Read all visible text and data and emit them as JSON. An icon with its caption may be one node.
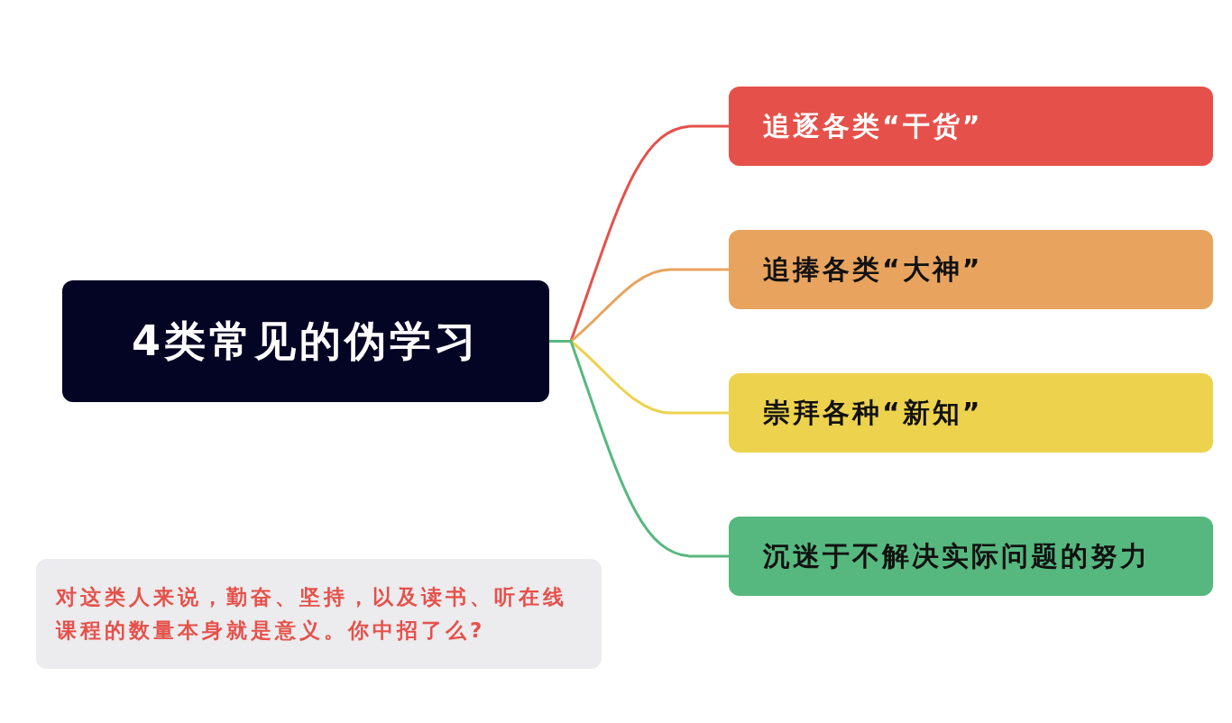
{
  "diagram": {
    "nodes": [
      {
        "text": [
          "4类常见的伪学习"
        ]
      },
      {
        "text": [
          "追逐各类“干货”"
        ]
      },
      {
        "text": [
          "追捧各类“大神”"
        ]
      },
      {
        "text": [
          "崇拜各种“新知”"
        ]
      },
      {
        "text": [
          "沉迷于不解决实际问题的努力"
        ]
      },
      {
        "text": [
          "对这类人来说，勤奋、坚持，以及读书、听在线课程的数量本身就是意义。你中招了么?"
        ]
      }
    ],
    "edges": [
      {
        "from": 0,
        "to": 1,
        "arrow": "none",
        "color": "#e5514a"
      },
      {
        "from": 0,
        "to": 2,
        "arrow": "none",
        "color": "#e8a45f"
      },
      {
        "from": 0,
        "to": 3,
        "arrow": "none",
        "color": "#edd24e"
      },
      {
        "from": 0,
        "to": 4,
        "arrow": "none",
        "color": "#57b87f"
      }
    ]
  }
}
